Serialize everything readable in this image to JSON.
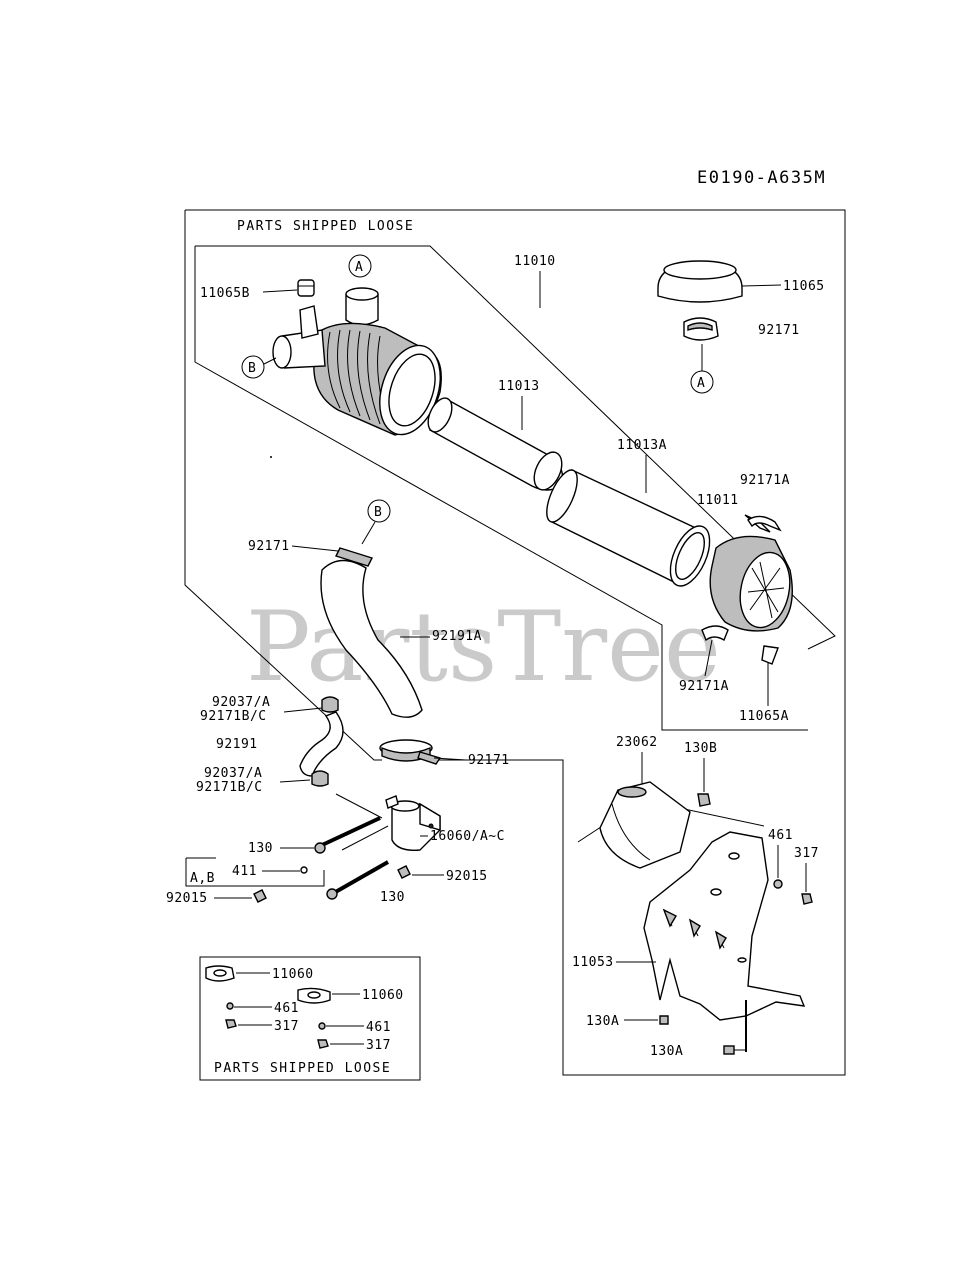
{
  "diagram_code": "E0190-A635M",
  "watermark": "PartsTree",
  "sections": {
    "main_loose": "PARTS SHIPPED LOOSE",
    "inset_loose": "PARTS SHIPPED LOOSE"
  },
  "callouts": {
    "A": "A",
    "B": "B"
  },
  "labels": {
    "p11010": "11010",
    "p11065": "11065",
    "p11065B": "11065B",
    "p92171_top": "92171",
    "p11013": "11013",
    "p11013A": "11013A",
    "p92171A_top": "92171A",
    "p11011": "11011",
    "p92171_b": "92171",
    "p92191A": "92191A",
    "p92171A_low": "92171A",
    "p11065A": "11065A",
    "p92037A_1": "92037/A",
    "p92171BC_1": "92171B/C",
    "p92191": "92191",
    "p92037A_2": "92037/A",
    "p92171BC_2": "92171B/C",
    "p92171_clamp": "92171",
    "p16060": "16060/A~C",
    "p130_1": "130",
    "p411": "411",
    "pAB": "A,B",
    "p92015_left": "92015",
    "p92015_right": "92015",
    "p130_2": "130",
    "p23062": "23062",
    "p130B": "130B",
    "p461": "461",
    "p317": "317",
    "p11053": "11053",
    "p130A_1": "130A",
    "p130A_2": "130A",
    "p11060_1": "11060",
    "p461_i1": "461",
    "p11060_2": "11060",
    "p317_i1": "317",
    "p461_i2": "461",
    "p317_i2": "317"
  }
}
